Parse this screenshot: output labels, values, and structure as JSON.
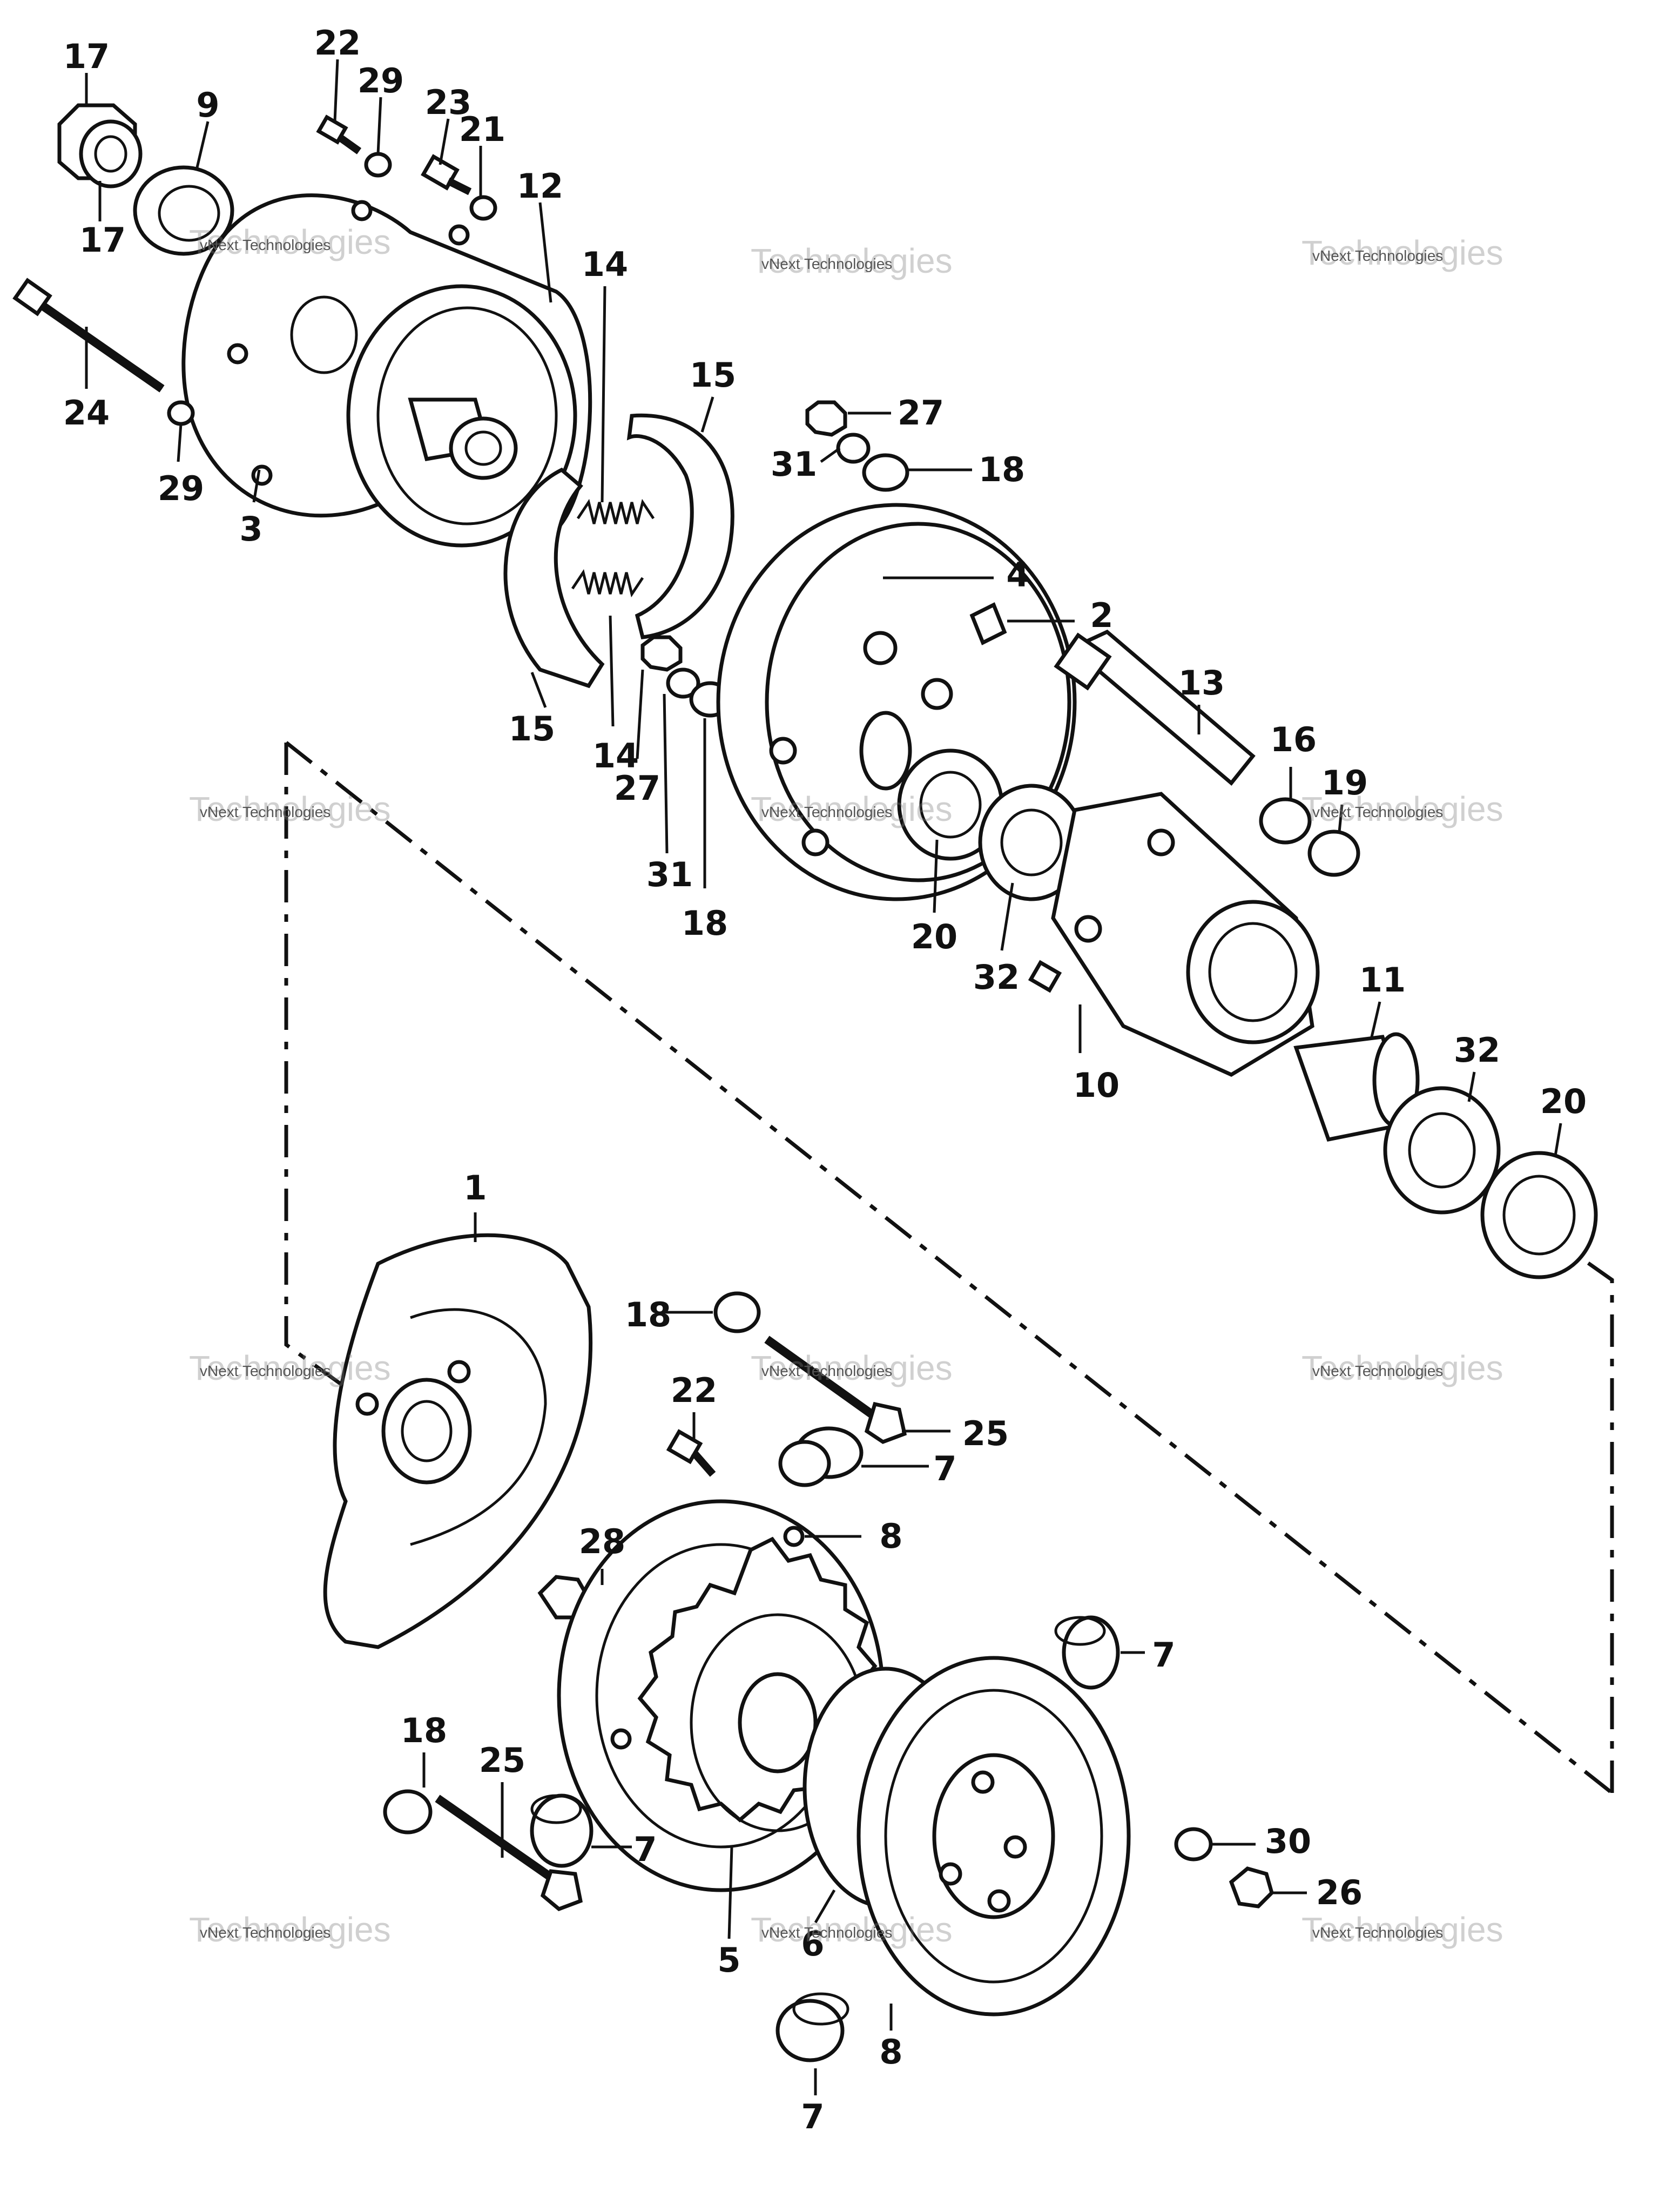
{
  "callouts": {
    "c17a": "17",
    "c17b": "17",
    "c9": "9",
    "c22a": "22",
    "c29a": "29",
    "c23": "23",
    "c21": "21",
    "c12": "12",
    "c24": "24",
    "c29b": "29",
    "c3": "3",
    "c14a": "14",
    "c15a": "15",
    "c27a": "27",
    "c31a": "31",
    "c18a": "18",
    "c4": "4",
    "c2": "2",
    "c15b": "15",
    "c14b": "14",
    "c27b": "27",
    "c31b": "31",
    "c18b": "18",
    "c13": "13",
    "c16": "16",
    "c19": "19",
    "c20a": "20",
    "c32a": "32",
    "c11": "11",
    "c10": "10",
    "c32b": "32",
    "c20b": "20",
    "c1": "1",
    "c18c": "18",
    "c22b": "22",
    "c25a": "25",
    "c7a": "7",
    "c28": "28",
    "c8a": "8",
    "c7b": "7",
    "c18d": "18",
    "c25b": "25",
    "c7c": "7",
    "c30": "30",
    "c26": "26",
    "c5": "5",
    "c6": "6",
    "c8b": "8",
    "c7d": "7"
  },
  "watermark": {
    "line_small": "vNext Technologies",
    "line_big": "Technologies",
    "line_brand": "vNext"
  },
  "colors": {
    "ink": "#111111",
    "paper": "#ffffff",
    "watermark": "#808080"
  }
}
